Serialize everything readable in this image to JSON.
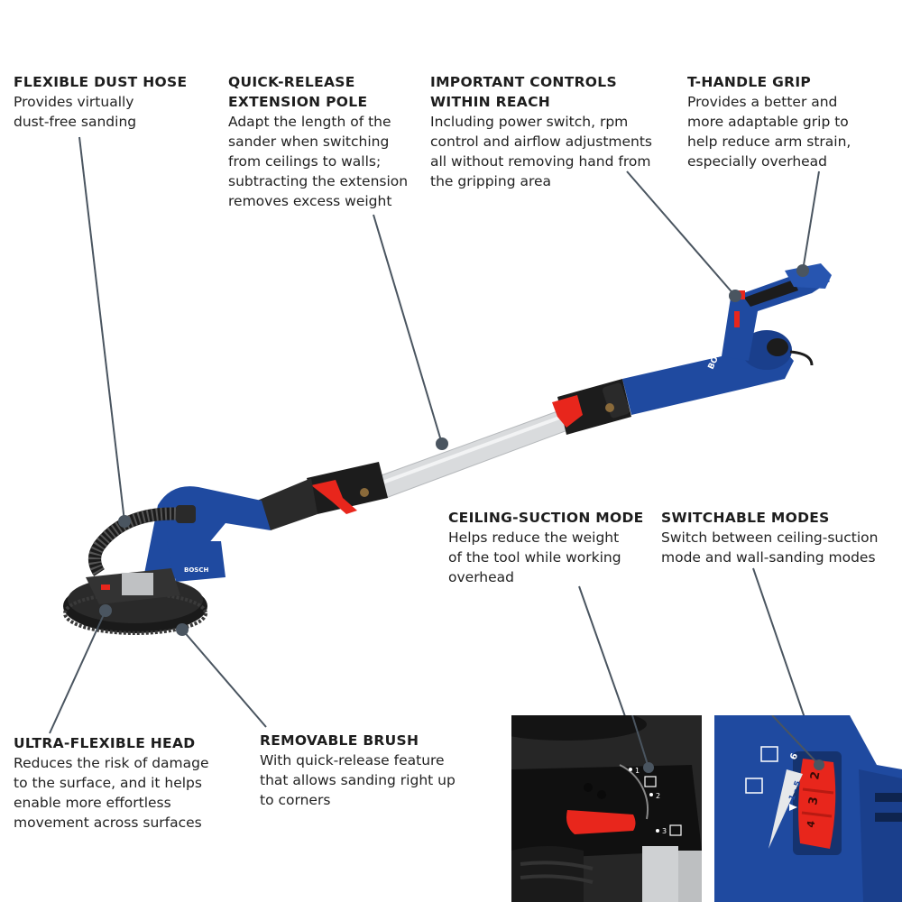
{
  "product": "Bosch drywall sander",
  "callouts": [
    {
      "id": "dust-hose",
      "title": "FLEXIBLE DUST HOSE",
      "body": "Provides virtually\ndust-free sanding"
    },
    {
      "id": "extension-pole",
      "title": "QUICK-RELEASE\nEXTENSION POLE",
      "body": "Adapt the length of the\nsander when switching\nfrom ceilings to walls;\nsubtracting the extension\nremoves excess weight"
    },
    {
      "id": "controls",
      "title": "IMPORTANT CONTROLS\nWITHIN REACH",
      "body": "Including power switch, rpm\ncontrol and airflow adjustments\nall without removing hand from\nthe gripping area"
    },
    {
      "id": "t-handle",
      "title": "T-HANDLE GRIP",
      "body": "Provides a better and\nmore adaptable grip to\nhelp reduce arm strain,\nespecially overhead"
    },
    {
      "id": "ceiling-suction",
      "title": "CEILING-SUCTION MODE",
      "body": "Helps reduce the weight\nof the tool while working\noverhead"
    },
    {
      "id": "switchable-modes",
      "title": "SWITCHABLE MODES",
      "body": "Switch between ceiling-suction\nmode and wall-sanding modes"
    },
    {
      "id": "flexible-head",
      "title": "ULTRA-FLEXIBLE HEAD",
      "body": "Reduces the risk of damage\nto the surface, and it helps\nenable more effortless\nmovement across surfaces"
    },
    {
      "id": "brush",
      "title": "REMOVABLE BRUSH",
      "body": "With quick-release feature\nthat allows sanding right up\nto corners"
    }
  ],
  "tool_branding": "BOSCH",
  "inset_left": {
    "marks": [
      "1",
      "2",
      "3"
    ]
  },
  "inset_right": {
    "scale_label": "1 - 5",
    "top_mark": "6",
    "wheel_numbers": [
      "2",
      "3",
      "4"
    ]
  },
  "colors": {
    "tool_blue": "#1f4aa0",
    "accent_red": "#e8261c",
    "pole_gray": "#d8dadc",
    "leader_line": "#4a5560",
    "dark": "#1c1c1c"
  }
}
